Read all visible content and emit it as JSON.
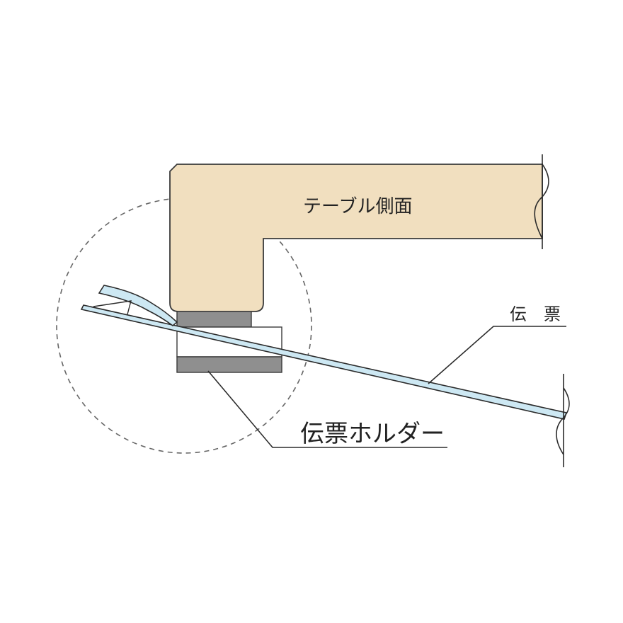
{
  "labels": {
    "table_side": "テーブル側面",
    "slip": "伝　票",
    "slip_holder": "伝票ホルダー"
  },
  "colors": {
    "table_fill": "#f1dfbf",
    "table_stroke": "#3a3a3a",
    "holder_gray": "#8f8f8f",
    "holder_white": "#ffffff",
    "slip_fill": "#cde8f3",
    "slip_stroke": "#2b2b2b",
    "leader_line": "#2b2b2b",
    "dashed_circle": "#666666"
  }
}
